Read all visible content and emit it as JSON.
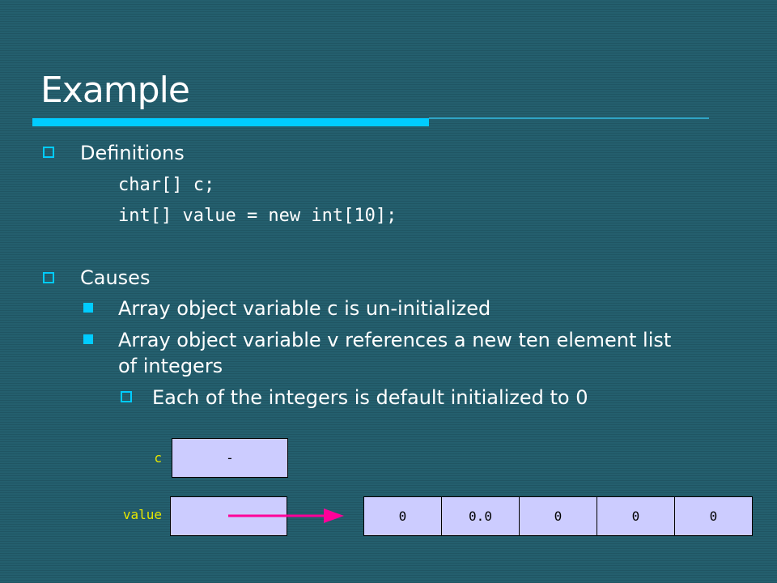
{
  "slide": {
    "title": "Example",
    "definitions": {
      "heading": "Definitions",
      "code": [
        "char[] c;",
        "int[] value = new int[10];"
      ]
    },
    "causes": {
      "heading": "Causes",
      "items": [
        "Array object variable c  is un-initialized",
        "Array object variable v references a new ten element list",
        "of integers"
      ],
      "subitem": "Each of the integers is default initialized to 0"
    }
  },
  "diagram": {
    "c_label": "c",
    "c_value": "-",
    "value_label": "value",
    "array_cells": [
      "0",
      "0.0",
      "0",
      "0",
      "0"
    ]
  },
  "colors": {
    "background": "#245f6e",
    "accent": "#00ccff",
    "cell_fill": "#ccccff",
    "label_yellow": "#e6e600",
    "arrow": "#ff0099"
  }
}
